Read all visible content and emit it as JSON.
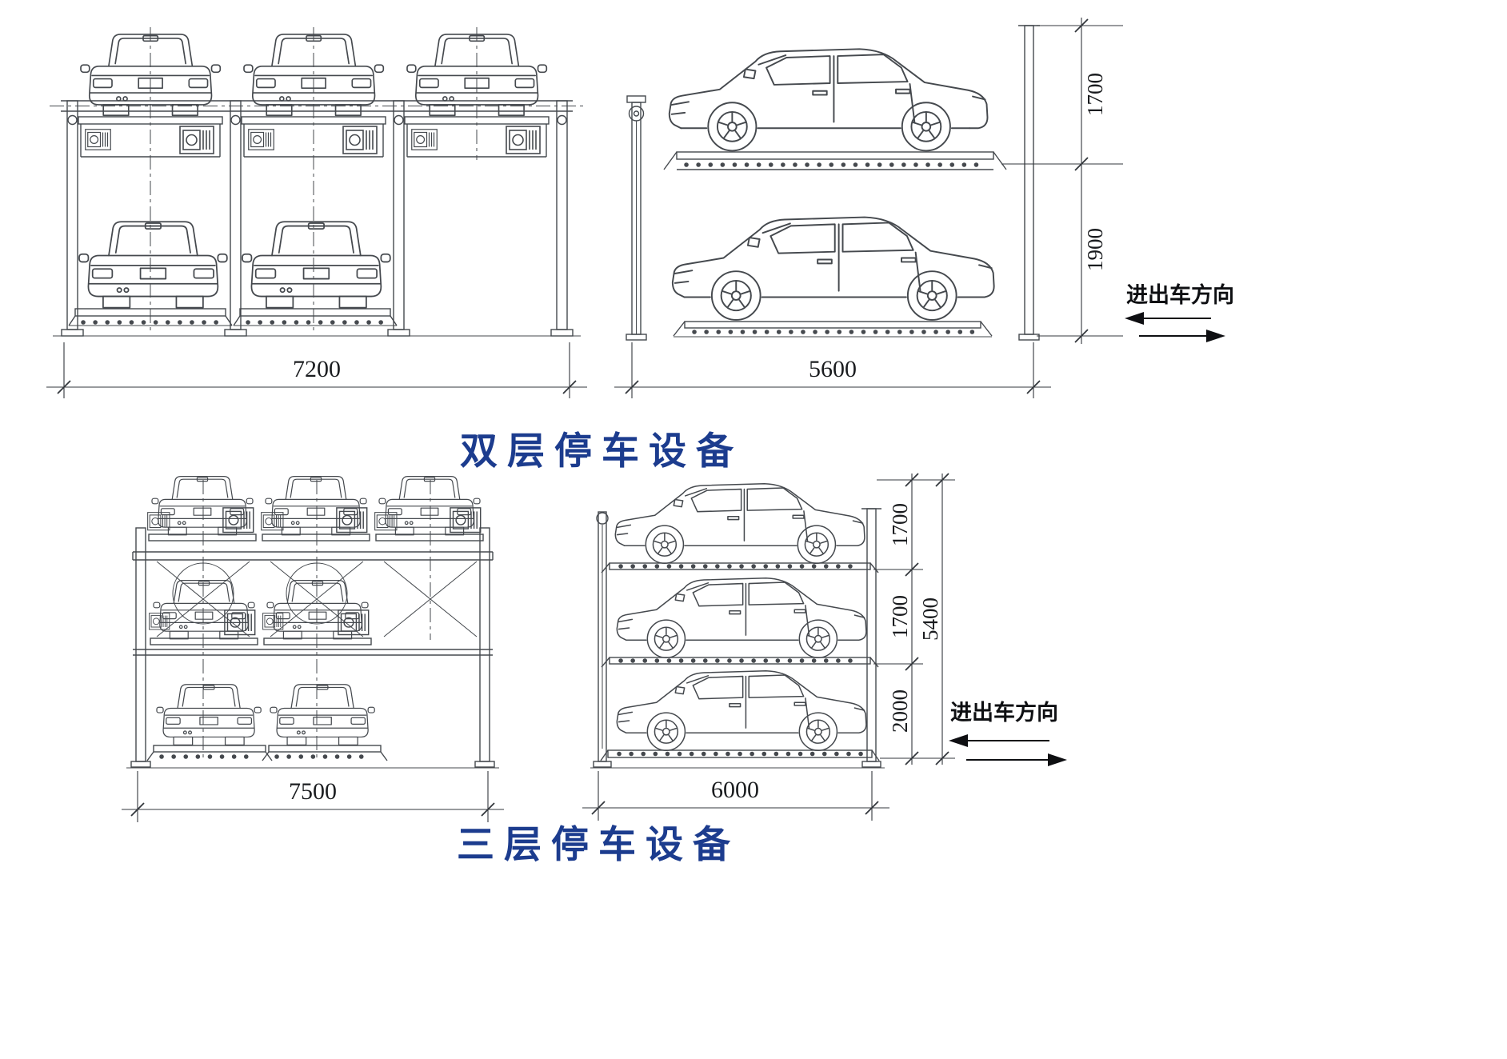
{
  "colors": {
    "line": "#45494e",
    "dim": "#33373c",
    "title": "#1c3c8e",
    "text": "#1a1c1f"
  },
  "titles": {
    "double_deck": "双层停车设备",
    "triple_deck": "三层停车设备"
  },
  "double_deck": {
    "front": {
      "width_label": "7200"
    },
    "side": {
      "depth_label": "5600",
      "upper_clearance_label": "1700",
      "lower_clearance_label": "1900",
      "direction_label": "进出车方向"
    }
  },
  "triple_deck": {
    "front": {
      "width_label": "7500"
    },
    "side": {
      "depth_label": "6000",
      "level1_label": "1700",
      "level2_label": "1700",
      "level3_label": "2000",
      "total_height_label": "5400",
      "direction_label": "进出车方向"
    }
  }
}
